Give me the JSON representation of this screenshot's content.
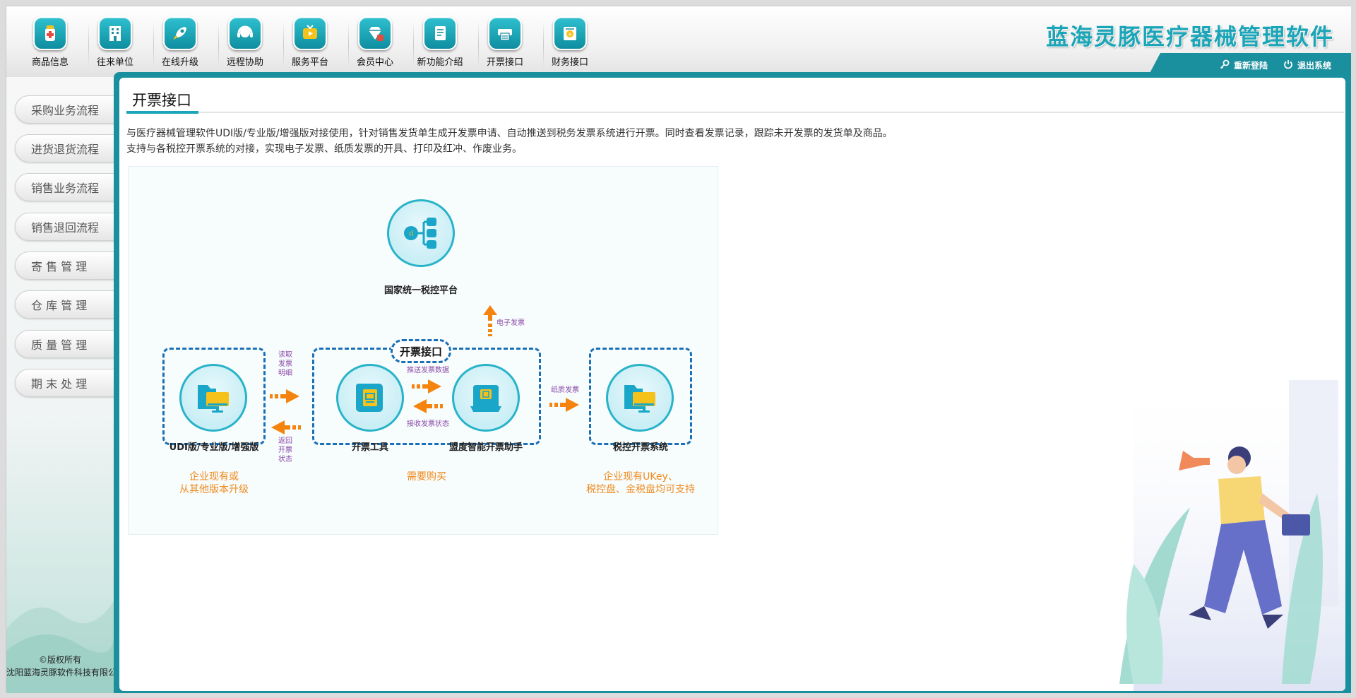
{
  "toolbar": {
    "items": [
      {
        "label": "商品信息",
        "icon": "medicine-bottle-icon"
      },
      {
        "label": "往来单位",
        "icon": "building-icon"
      },
      {
        "label": "在线升级",
        "icon": "rocket-icon"
      },
      {
        "label": "远程协助",
        "icon": "headset-icon"
      },
      {
        "label": "服务平台",
        "icon": "tv-play-icon"
      },
      {
        "label": "会员中心",
        "icon": "diamond-icon"
      },
      {
        "label": "新功能介绍",
        "icon": "document-icon"
      },
      {
        "label": "开票接口",
        "icon": "printer-icon"
      },
      {
        "label": "财务接口",
        "icon": "finance-icon"
      }
    ]
  },
  "brand": {
    "title": "蓝海灵豚医疗器械管理软件"
  },
  "header_actions": {
    "relogin": "重新登陆",
    "logout": "退出系统"
  },
  "sidebar": {
    "items": [
      {
        "label": "采购业务流程"
      },
      {
        "label": "进货退货流程"
      },
      {
        "label": "销售业务流程"
      },
      {
        "label": "销售退回流程"
      },
      {
        "label": "寄 售 管 理"
      },
      {
        "label": "仓 库 管 理"
      },
      {
        "label": "质 量 管 理"
      },
      {
        "label": "期 末 处 理"
      }
    ],
    "copyright_line1": "©版权所有",
    "copyright_line2": "沈阳蓝海灵豚软件科技有限公司"
  },
  "main": {
    "title": "开票接口",
    "desc_line1": "与医疗器械管理软件UDI版/专业版/增强版对接使用，针对销售发货单生成开发票申请、自动推送到税务发票系统进行开票。同时查看发票记录，跟踪未开发票的发货单及商品。",
    "desc_line2": "支持与各税控开票系统的对接，实现电子发票、纸质发票的开具、打印及红冲、作废业务。"
  },
  "diagram": {
    "platform_label": "国家统一税控平台",
    "e_invoice": "电子发票",
    "interface_label": "开票接口",
    "udi_label": "UDI版/专业版/增强版",
    "udi_caption_1": "企业现有或",
    "udi_caption_2": "从其他版本升级",
    "read_1": "读取",
    "read_2": "发票",
    "read_3": "明细",
    "return_1": "返回",
    "return_2": "开票",
    "return_3": "状态",
    "tool_label": "开票工具",
    "push_data": "推送发票数据",
    "recv_status": "接收发票状态",
    "assistant_label": "盟度智能开票助手",
    "need_buy": "需要购买",
    "paper_invoice": "纸质发票",
    "tax_label": "税控开票系统",
    "tax_caption_1": "企业现有UKey、",
    "tax_caption_2": "税控盘、金税盘均可支持"
  },
  "colors": {
    "accent": "#1a8f9e",
    "brand": "#1aa6b8",
    "dash": "#1a6fb6",
    "arrow": "#f5840f",
    "caption": "#f08a1c"
  }
}
